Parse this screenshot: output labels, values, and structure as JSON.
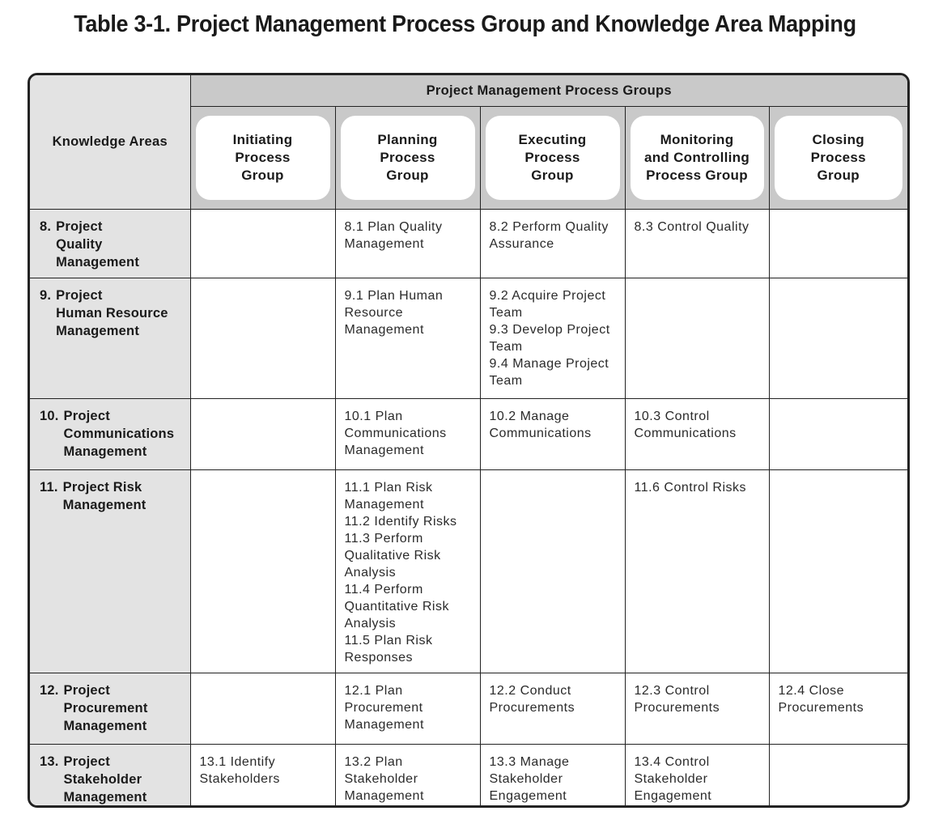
{
  "title": "Table 3-1. Project Management Process Group and Knowledge Area Mapping",
  "header": {
    "knowledge_areas": "Knowledge Areas",
    "process_groups": "Project Management Process Groups",
    "groups": [
      "Initiating\nProcess\nGroup",
      "Planning\nProcess\nGroup",
      "Executing\nProcess\nGroup",
      "Monitoring\nand Controlling\nProcess Group",
      "Closing\nProcess\nGroup"
    ]
  },
  "rows": [
    {
      "num": "8.",
      "name": "Project\nQuality\nManagement",
      "cells": [
        [],
        [
          "8.1 Plan Quality Management"
        ],
        [
          "8.2 Perform Quality Assurance"
        ],
        [
          "8.3 Control Quality"
        ],
        []
      ]
    },
    {
      "num": "9.",
      "name": "Project\nHuman Resource\nManagement",
      "cells": [
        [],
        [
          "9.1 Plan Human Resource Management"
        ],
        [
          "9.2 Acquire Project Team",
          "9.3 Develop Project Team",
          "9.4 Manage Project Team"
        ],
        [],
        []
      ]
    },
    {
      "num": "10.",
      "name": "Project\nCommunications\nManagement",
      "cells": [
        [],
        [
          "10.1 Plan Communications Management"
        ],
        [
          "10.2 Manage Communications"
        ],
        [
          "10.3 Control Communications"
        ],
        []
      ]
    },
    {
      "num": "11.",
      "name": "Project Risk\nManagement",
      "cells": [
        [],
        [
          "11.1 Plan Risk Management",
          "11.2 Identify Risks",
          "11.3 Perform Qualitative Risk Analysis",
          "11.4 Perform Quantitative Risk Analysis",
          "11.5 Plan Risk Responses"
        ],
        [],
        [
          "11.6 Control Risks"
        ],
        []
      ]
    },
    {
      "num": "12.",
      "name": "Project\nProcurement\nManagement",
      "cells": [
        [],
        [
          "12.1 Plan Procurement Management"
        ],
        [
          "12.2 Conduct Procurements"
        ],
        [
          "12.3 Control Procurements"
        ],
        [
          "12.4 Close Procurements"
        ]
      ]
    },
    {
      "num": "13.",
      "name": "Project\nStakeholder\nManagement",
      "cells": [
        [
          "13.1 Identify Stakeholders"
        ],
        [
          "13.2 Plan Stakeholder Management"
        ],
        [
          "13.3 Manage Stakeholder Engagement"
        ],
        [
          "13.4 Control Stakeholder Engagement"
        ],
        []
      ]
    }
  ],
  "colors": {
    "header_band": "#c9c9c9",
    "knowledge_column": "#e3e3e3",
    "border": "#222222"
  }
}
